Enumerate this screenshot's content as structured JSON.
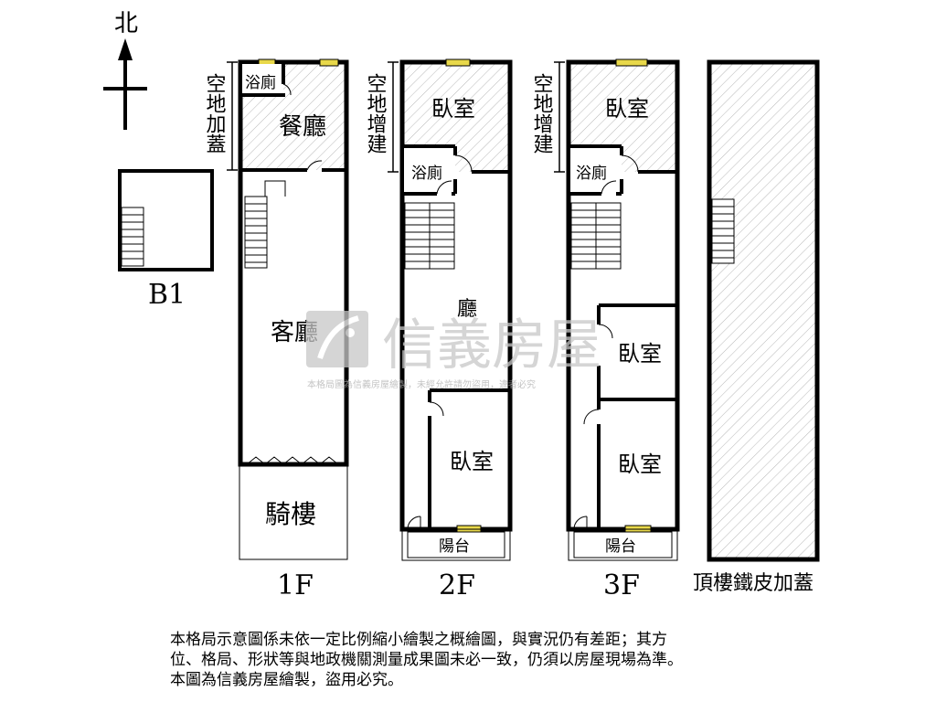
{
  "compass": {
    "north": "北"
  },
  "floors": {
    "b1": {
      "label": "B1"
    },
    "f1": {
      "label": "1F",
      "side_note": "空地加蓋",
      "bath": "浴廁",
      "dining": "餐廳",
      "living": "客廳",
      "arcade": "騎樓"
    },
    "f2": {
      "label": "2F",
      "side_note": "空地增建",
      "bedroom_top": "臥室",
      "bath": "浴廁",
      "hall": "廳",
      "bedroom": "臥室",
      "balcony": "陽台"
    },
    "f3": {
      "label": "3F",
      "side_note": "空地增建",
      "bedroom_top": "臥室",
      "bath": "浴廁",
      "bedroom_mid": "臥室",
      "bedroom_low": "臥室",
      "balcony": "陽台"
    },
    "roof": {
      "label": "頂樓鐵皮加蓋"
    }
  },
  "watermark": {
    "brand": "信義房屋",
    "notice": "本格局圖為信義房屋繪製，未經允許請勿盜用，違者必究"
  },
  "disclaimer": {
    "line1": "本格局示意圖係未依一定比例縮小繪製之概繪圖，與實況仍有差距；其方",
    "line2": "位、格局、形狀等與地政機關測量成果圖未必一致，仍須以房屋現場為準。",
    "line3": "本圖為信義房屋繪製，盜用必究。"
  },
  "colors": {
    "wall": "#000000",
    "hatch": "#b8b8b8",
    "window": "#e8d84a",
    "watermark": "#d0d0d0"
  }
}
